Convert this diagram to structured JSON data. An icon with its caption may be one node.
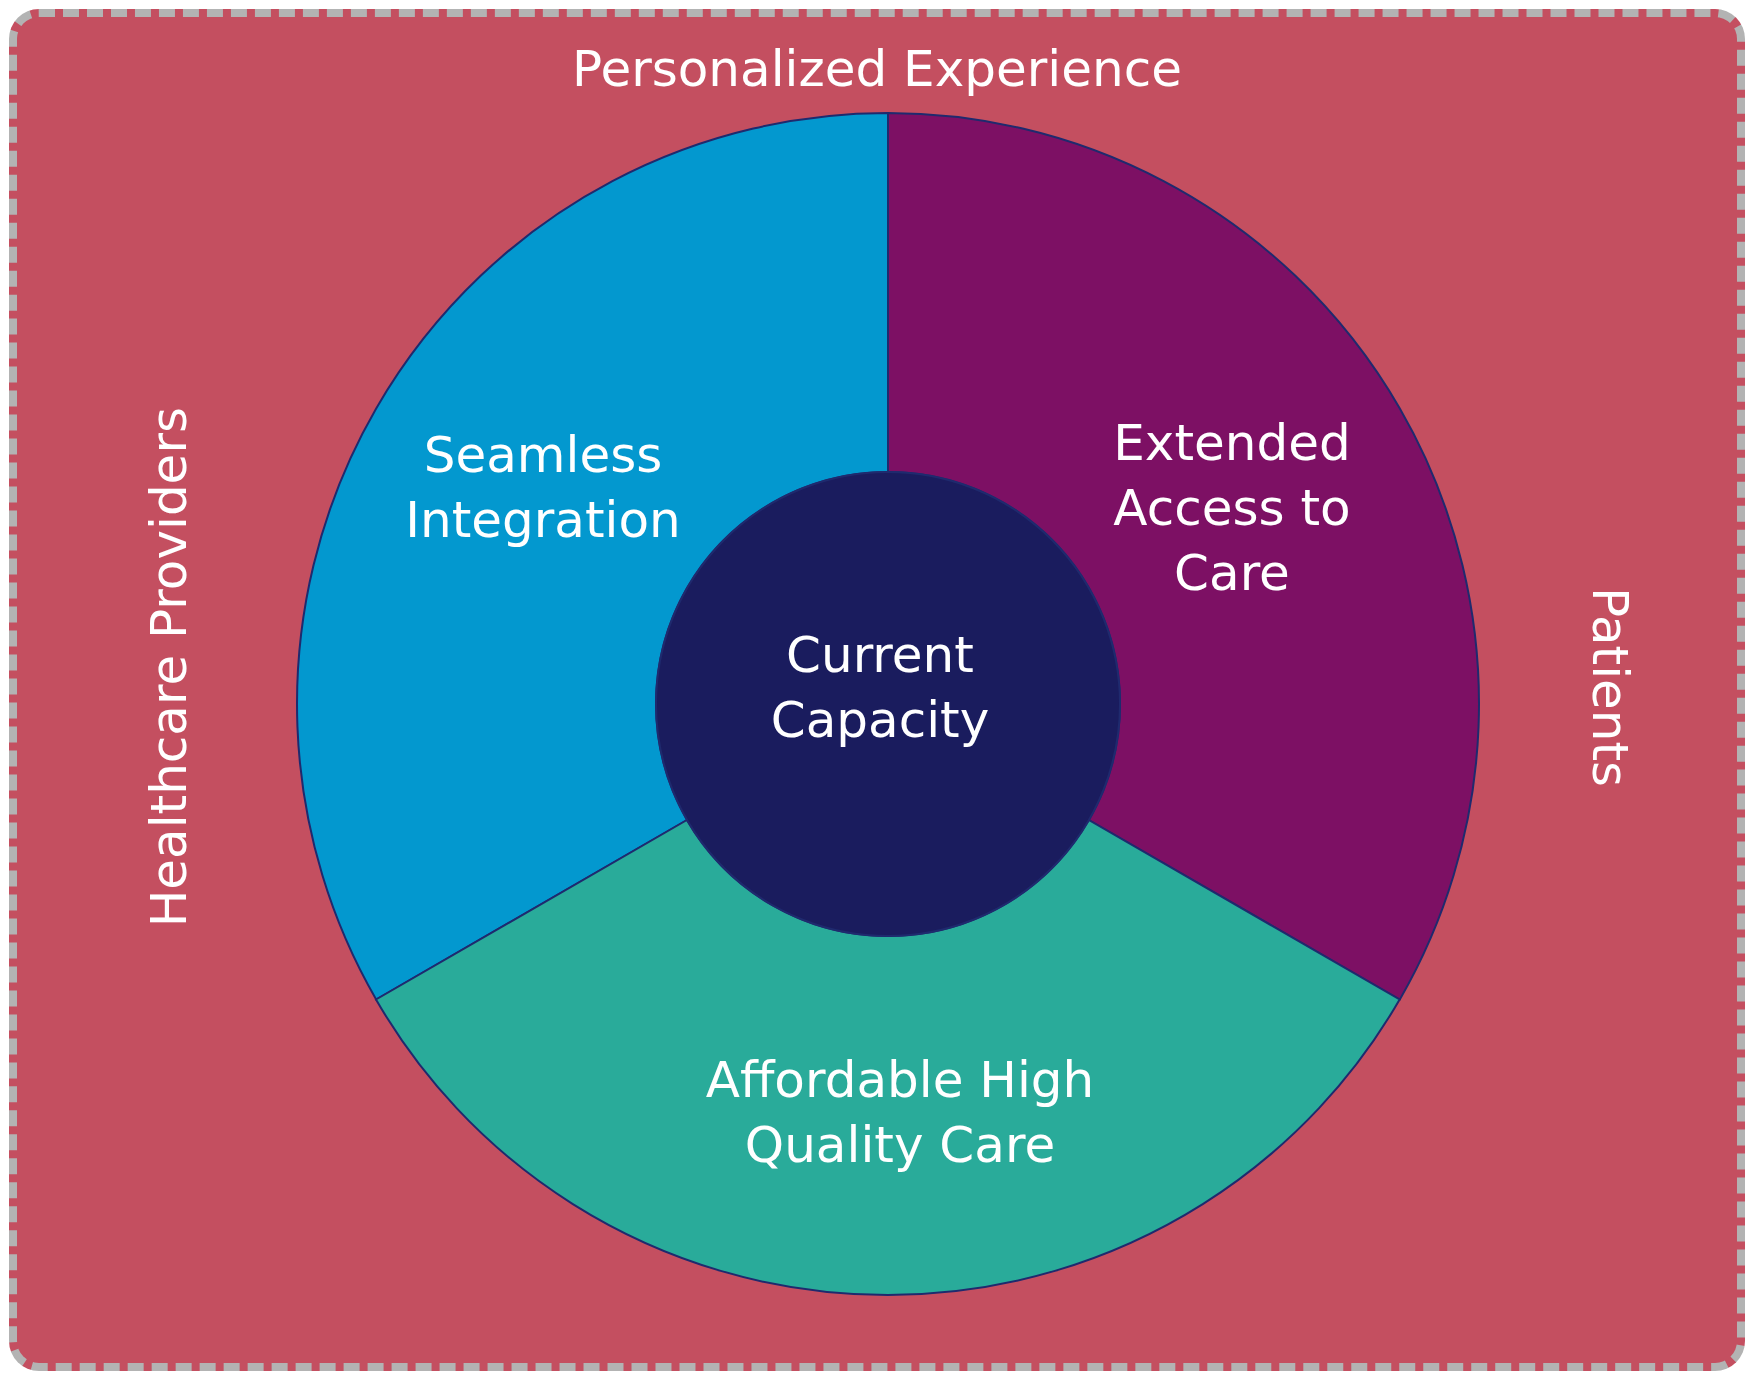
{
  "diagram": {
    "nodes": [
      {
        "text": [
          "Personalized Experience",
          "Healthcare Providers",
          "Patients"
        ]
      },
      {
        "text": [
          "Seamless Integration"
        ],
        "in": 0
      },
      {
        "text": [
          "Extended Access to Care"
        ],
        "in": 0
      },
      {
        "text": [
          "Affordable High Quality Care"
        ],
        "in": 0
      },
      {
        "text": [
          "Current Capacity"
        ],
        "in": 0
      }
    ],
    "edges": []
  }
}
